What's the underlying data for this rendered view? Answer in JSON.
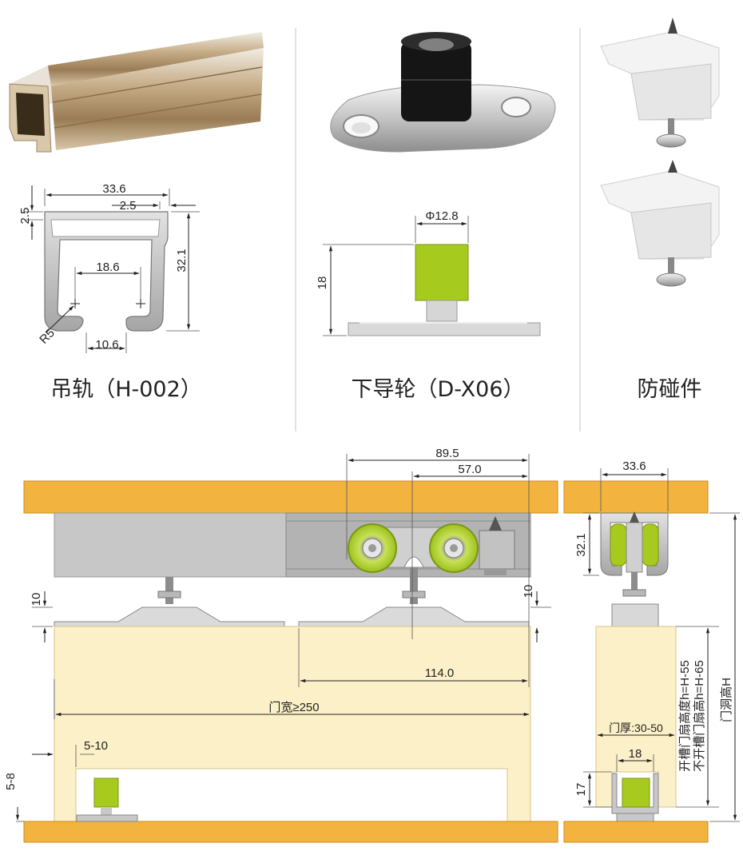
{
  "colors": {
    "wood": "#f2b43e",
    "door": "#fcf0c8",
    "accent": "#a6ca1e",
    "steel": "#c9c9c9",
    "dark": "#222222"
  },
  "products": [
    {
      "caption": "吊轨（H-002）",
      "dims": {
        "width": "33.6",
        "lip": "2.5",
        "wall": "2.5",
        "inner": "18.6",
        "height": "32.1",
        "radius": "R5",
        "slot": "10.6"
      }
    },
    {
      "caption": "下导轮（D-X06）",
      "dims": {
        "diameter": "Φ12.8",
        "height": "18"
      }
    },
    {
      "caption": "防碰件"
    }
  ],
  "assembly": {
    "dims": {
      "overall": "89.5",
      "offset": "57.0",
      "gap_left": "10",
      "gap_right": "10",
      "center": "114.0",
      "door_width": "门宽≥250",
      "guide_offset": "5-10",
      "bottom_gap": "5-8"
    }
  },
  "side_view": {
    "dims": {
      "rail_width": "33.6",
      "rail_height": "32.1",
      "thickness": "门厚:30-50",
      "groove": "18",
      "groove_depth": "17",
      "door_h_grooved": "开槽门扇高度h=H-55",
      "door_h_plain": "不开槽门扇高h=H-65",
      "opening_h": "门洞高H"
    }
  }
}
